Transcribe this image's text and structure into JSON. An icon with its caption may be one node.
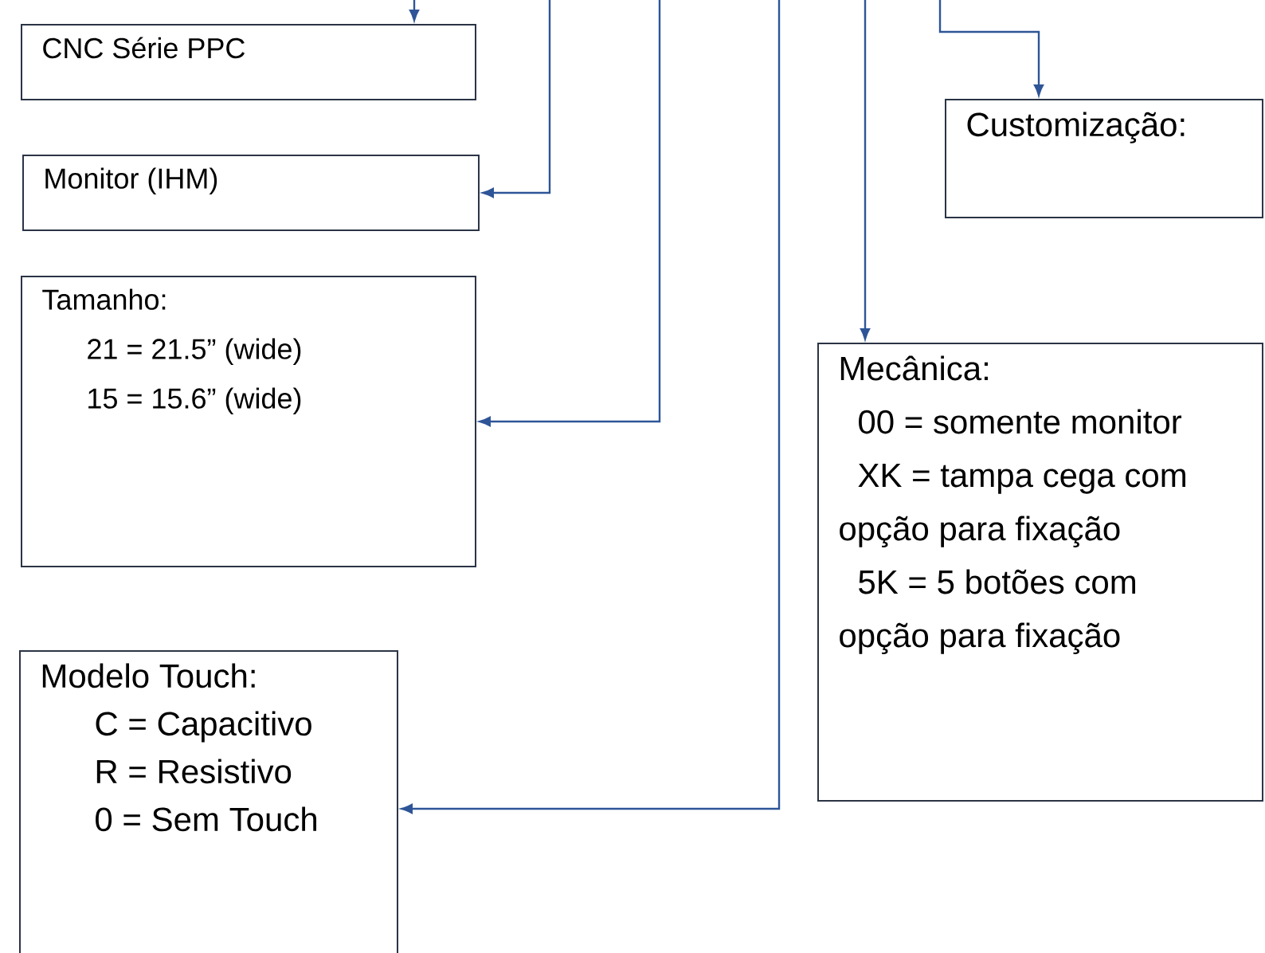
{
  "diagram": {
    "nodes": [
      {
        "text": [
          "CNC Série PPC"
        ]
      },
      {
        "text": [
          "Monitor (IHM)"
        ]
      },
      {
        "text": [
          "Tamanho:",
          "21 = 21.5” (wide)",
          "15 = 15.6” (wide)"
        ]
      },
      {
        "text": [
          "Customização:"
        ]
      },
      {
        "text": [
          "Mecânica:",
          "00 = somente monitor",
          "XK = tampa cega com opção para fixação",
          "5K = 5 botões com opção para fixação"
        ]
      },
      {
        "text": [
          "Modelo Touch:",
          "C = Capacitivo",
          "R = Resistivo",
          "0 = Sem Touch"
        ]
      }
    ],
    "edges": [
      {
        "from": null,
        "to": 0,
        "arrow": "to"
      },
      {
        "from": null,
        "to": 1,
        "arrow": "to"
      },
      {
        "from": null,
        "to": 2,
        "arrow": "to"
      },
      {
        "from": null,
        "to": 3,
        "arrow": "to"
      },
      {
        "from": null,
        "to": 4,
        "arrow": "to"
      },
      {
        "from": null,
        "to": 5,
        "arrow": "to"
      }
    ]
  }
}
